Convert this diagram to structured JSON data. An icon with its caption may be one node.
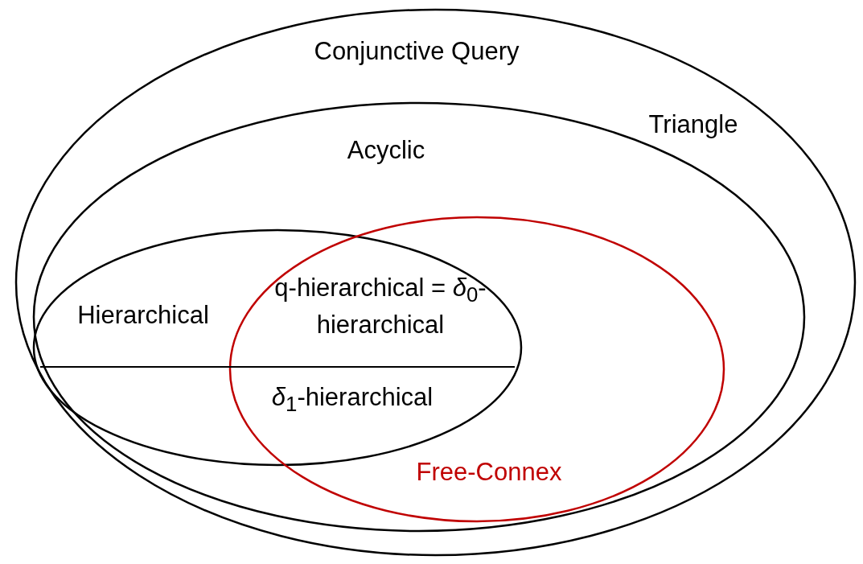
{
  "diagram": {
    "nodes": [
      {
        "text": [
          "Conjunctive Query"
        ]
      },
      {
        "text": [
          "Acyclic"
        ],
        "in": 0
      },
      {
        "text": [
          "Hierarchical"
        ],
        "in": 1
      },
      {
        "text": [
          "Free-Connex"
        ],
        "in": 1
      }
    ],
    "labels": [
      "Triangle",
      "q-hierarchical = *δ*$_{0}$-hierarchical",
      "*δ*$_{1}$-hierarchical"
    ]
  }
}
